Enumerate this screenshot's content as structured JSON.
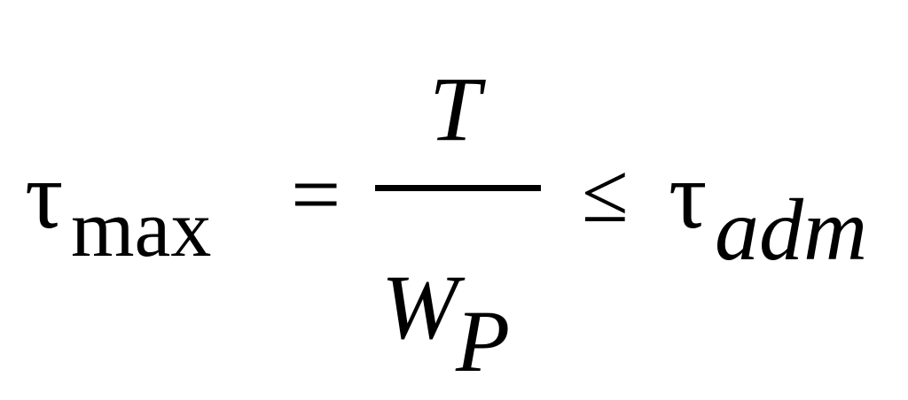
{
  "formula": {
    "lhs": {
      "symbol": "τ",
      "subscript": "max"
    },
    "equals": "=",
    "fraction": {
      "numerator": "T",
      "denominator": {
        "symbol": "W",
        "subscript": "P"
      }
    },
    "relation": "≤",
    "rhs": {
      "symbol": "τ",
      "subscript": "adm"
    }
  }
}
